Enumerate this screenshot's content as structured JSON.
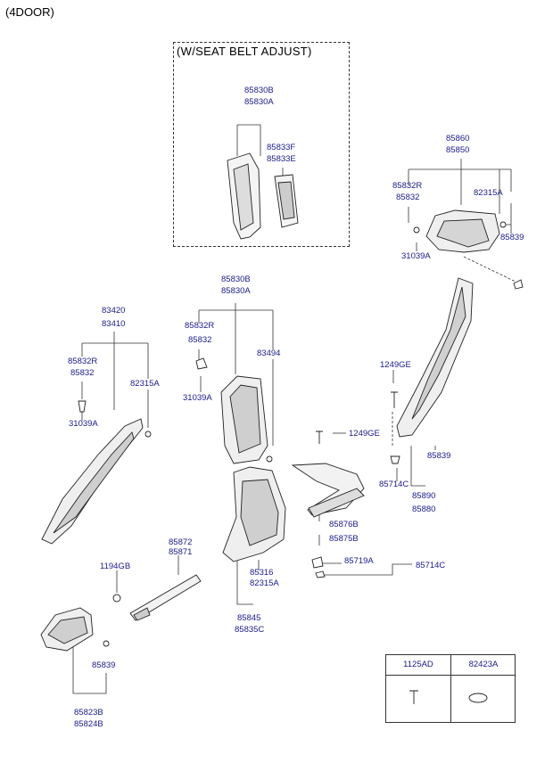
{
  "header": "(4DOOR)",
  "inset_title": "(W/SEAT BELT ADJUST)",
  "labels": {
    "l85830B_top": "85830B",
    "l85830A_top": "85830A",
    "l85833F": "85833F",
    "l85833E": "85833E",
    "l85860": "85860",
    "l85850": "85850",
    "l85832R_r": "85832R",
    "l85832_r": "85832",
    "l82315A_r": "82315A",
    "l85839_r": "85839",
    "l31039A_r": "31039A",
    "l85830B_mid": "85830B",
    "l85830A_mid": "85830A",
    "l85832R_m": "85832R",
    "l85832_m": "85832",
    "l83494": "83494",
    "l31039A_m": "31039A",
    "l83420": "83420",
    "l83410": "83410",
    "l85832R_l": "85832R",
    "l85832_l": "85832",
    "l82315A_l": "82315A",
    "l31039A_l": "31039A",
    "l1249GE_r": "1249GE",
    "l1249GE_m": "1249GE",
    "l85839_m": "85839",
    "l85714C_m": "85714C",
    "l85890": "85890",
    "l85880": "85880",
    "l85876B": "85876B",
    "l85875B": "85875B",
    "l85719A": "85719A",
    "l85714C_r": "85714C",
    "l85872": "85872",
    "l85871": "85871",
    "l1194GB": "1194GB",
    "l85316": "85316",
    "l82315A_b": "82315A",
    "l85845": "85845",
    "l85835C": "85835C",
    "l85839_b": "85839",
    "l85823B": "85823B",
    "l85824B": "85824B"
  },
  "legend": {
    "col1": "1125AD",
    "col2": "82423A"
  }
}
